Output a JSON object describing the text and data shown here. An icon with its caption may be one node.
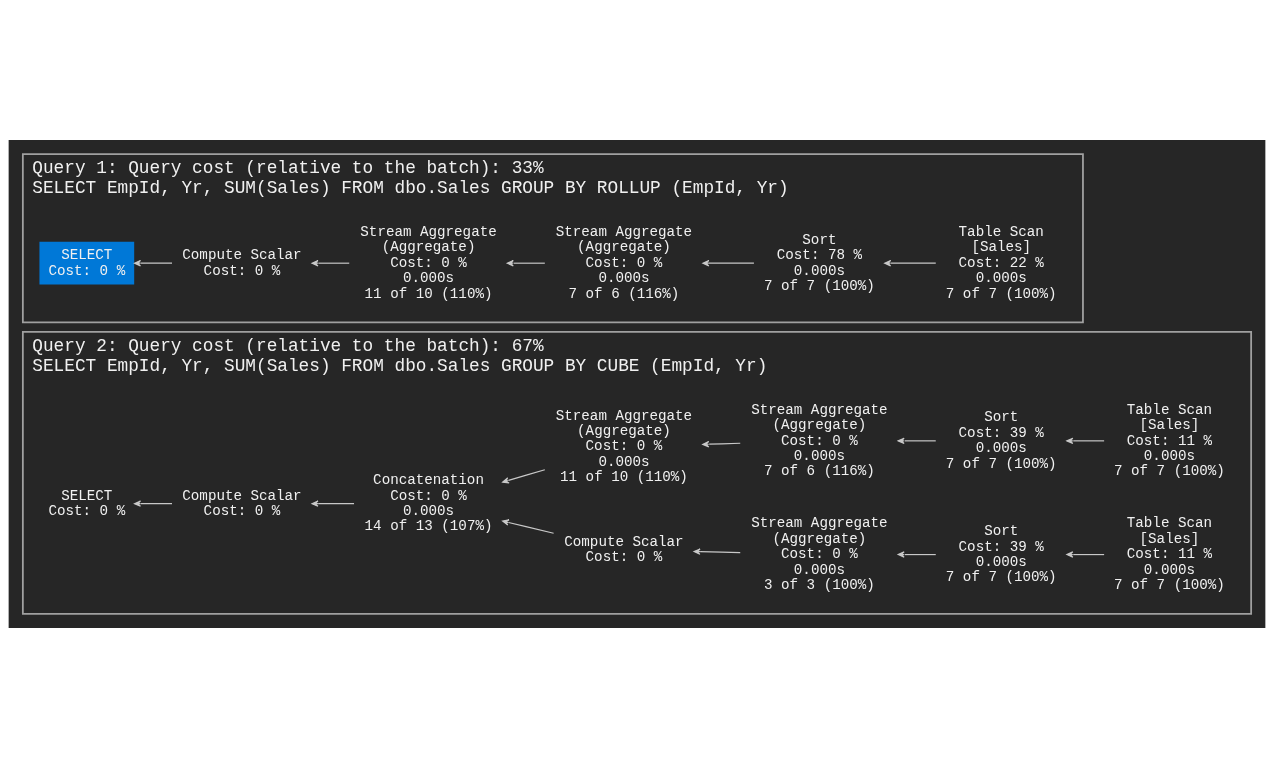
{
  "diagram": {
    "nodes": [
      {
        "text": [
          "Query 1: Query cost (relative to the batch): 33%",
          "SELECT EmpId, Yr, SUM(Sales) FROM dbo.Sales GROUP BY ROLLUP (EmpId, Yr)"
        ]
      },
      {
        "text": [
          "SELECT",
          "Cost: 0 %"
        ],
        "in": 0
      },
      {
        "text": [
          "Compute Scalar",
          "Cost: 0 %"
        ],
        "in": 0
      },
      {
        "text": [
          "Stream Aggregate",
          "(Aggregate)",
          "Cost: 0 %",
          "0.000s",
          "11 of 10 (110%)"
        ],
        "in": 0
      },
      {
        "text": [
          "Stream Aggregate",
          "(Aggregate)",
          "Cost: 0 %",
          "0.000s",
          "7 of 6 (116%)"
        ],
        "in": 0
      },
      {
        "text": [
          "Sort",
          "Cost: 78 %",
          "0.000s",
          "7 of 7 (100%)"
        ],
        "in": 0
      },
      {
        "text": [
          "Table Scan",
          "[Sales]",
          "Cost: 22 %",
          "0.000s",
          "7 of 7 (100%)"
        ],
        "in": 0
      },
      {
        "text": [
          "Query 2: Query cost (relative to the batch): 67%",
          "SELECT EmpId, Yr, SUM(Sales) FROM dbo.Sales GROUP BY CUBE (EmpId, Yr)"
        ]
      },
      {
        "text": [
          "SELECT",
          "Cost: 0 %"
        ],
        "in": 7
      },
      {
        "text": [
          "Compute Scalar",
          "Cost: 0 %"
        ],
        "in": 7
      },
      {
        "text": [
          "Concatenation",
          "Cost: 0 %",
          "0.000s",
          "14 of 13 (107%)"
        ],
        "in": 7
      },
      {
        "text": [
          "Stream Aggregate",
          "(Aggregate)",
          "Cost: 0 %",
          "0.000s",
          "11 of 10 (110%)"
        ],
        "in": 7
      },
      {
        "text": [
          "Stream Aggregate",
          "(Aggregate)",
          "Cost: 0 %",
          "0.000s",
          "7 of 6 (116%)"
        ],
        "in": 7
      },
      {
        "text": [
          "Sort",
          "Cost: 39 %",
          "0.000s",
          "7 of 7 (100%)"
        ],
        "in": 7
      },
      {
        "text": [
          "Table Scan",
          "[Sales]",
          "Cost: 11 %",
          "0.000s",
          "7 of 7 (100%)"
        ],
        "in": 7
      },
      {
        "text": [
          "Compute Scalar",
          "Cost: 0 %"
        ],
        "in": 7
      },
      {
        "text": [
          "Stream Aggregate",
          "(Aggregate)",
          "Cost: 0 %",
          "0.000s",
          "3 of 3 (100%)"
        ],
        "in": 7
      },
      {
        "text": [
          "Sort",
          "Cost: 39 %",
          "0.000s",
          "7 of 7 (100%)"
        ],
        "in": 7
      },
      {
        "text": [
          "Table Scan",
          "[Sales]",
          "Cost: 11 %",
          "0.000s",
          "7 of 7 (100%)"
        ],
        "in": 7
      }
    ],
    "edges": [
      {
        "from": 2,
        "to": 1,
        "arrow": "to"
      },
      {
        "from": 3,
        "to": 2,
        "arrow": "to"
      },
      {
        "from": 4,
        "to": 3,
        "arrow": "to"
      },
      {
        "from": 5,
        "to": 4,
        "arrow": "to"
      },
      {
        "from": 6,
        "to": 5,
        "arrow": "to"
      },
      {
        "from": 9,
        "to": 8,
        "arrow": "to"
      },
      {
        "from": 10,
        "to": 9,
        "arrow": "to"
      },
      {
        "from": 11,
        "to": 10,
        "arrow": "to"
      },
      {
        "from": 12,
        "to": 11,
        "arrow": "to"
      },
      {
        "from": 13,
        "to": 12,
        "arrow": "to"
      },
      {
        "from": 14,
        "to": 13,
        "arrow": "to"
      },
      {
        "from": 15,
        "to": 10,
        "arrow": "to"
      },
      {
        "from": 16,
        "to": 15,
        "arrow": "to"
      },
      {
        "from": 17,
        "to": 16,
        "arrow": "to"
      },
      {
        "from": 18,
        "to": 17,
        "arrow": "to"
      }
    ]
  }
}
